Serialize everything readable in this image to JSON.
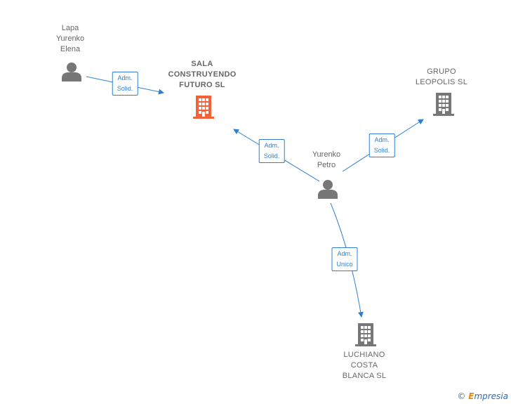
{
  "nodes": {
    "lapa": {
      "lines": [
        "Lapa",
        "Yurenko",
        "Elena"
      ],
      "type": "person"
    },
    "sala": {
      "lines": [
        "SALA",
        "CONSTRUYENDO",
        "FUTURO  SL"
      ],
      "type": "company",
      "highlight": true
    },
    "grupo": {
      "lines": [
        "GRUPO",
        "LEOPOLIS SL"
      ],
      "type": "company"
    },
    "petro": {
      "lines": [
        "Yurenko",
        "Petro"
      ],
      "type": "person"
    },
    "luchiano": {
      "lines": [
        "LUCHIANO",
        "COSTA",
        "BLANCA SL"
      ],
      "type": "company"
    }
  },
  "edges": {
    "lapa_sala": {
      "lines": [
        "Adm.",
        "Solid."
      ],
      "from": "Lapa Yurenko Elena",
      "to": "SALA CONSTRUYENDO FUTURO  SL"
    },
    "petro_sala": {
      "lines": [
        "Adm.",
        "Solid."
      ],
      "from": "Yurenko Petro",
      "to": "SALA CONSTRUYENDO FUTURO  SL"
    },
    "petro_grupo": {
      "lines": [
        "Adm.",
        "Solid."
      ],
      "from": "Yurenko Petro",
      "to": "GRUPO LEOPOLIS SL"
    },
    "petro_luchiano": {
      "lines": [
        "Adm.",
        "Unico"
      ],
      "from": "Yurenko Petro",
      "to": "LUCHIANO COSTA BLANCA SL"
    }
  },
  "colors": {
    "edge": "#2f7fd1",
    "person_icon": "#777777",
    "company_icon": "#777777",
    "highlight_company_icon": "#f0623a"
  },
  "watermark": {
    "copyright": "©",
    "brand_initial": "E",
    "brand_rest": "mpresia"
  }
}
